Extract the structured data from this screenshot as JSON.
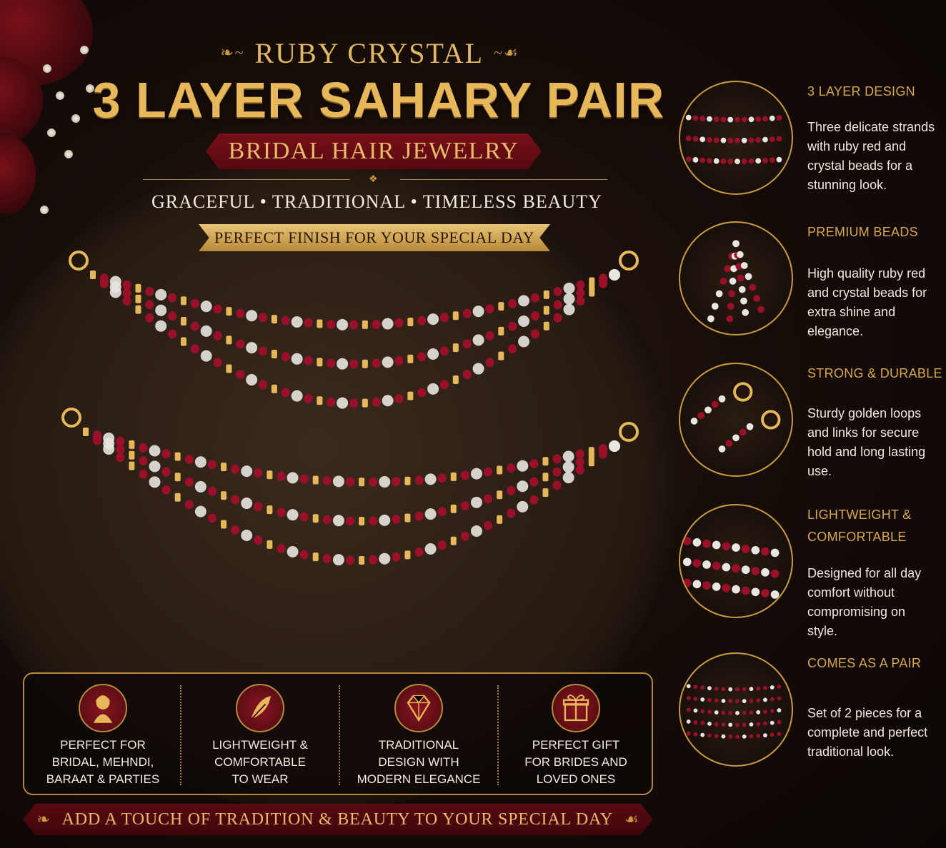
{
  "header": {
    "subtitle_top": "RUBY CRYSTAL",
    "title": "3 LAYER SAHARY PAIR",
    "ribbon": "BRIDAL HAIR JEWELRY",
    "tagline": "GRACEFUL • TRADITIONAL • TIMELESS BEAUTY",
    "banner": "PERFECT FINISH FOR YOUR SPECIAL DAY"
  },
  "features": [
    {
      "title": "3 LAYER DESIGN",
      "text": "Three delicate strands with ruby red and crystal beads for a stunning look.",
      "icon": "three-strand-icon"
    },
    {
      "title": "PREMIUM BEADS",
      "text": "High quality ruby red and crystal beads for extra shine and elegance.",
      "icon": "beads-closeup-icon"
    },
    {
      "title": "STRONG & DURABLE",
      "text": "Sturdy golden loops and links for secure hold and long lasting use.",
      "icon": "golden-loop-icon"
    },
    {
      "title": "LIGHTWEIGHT & COMFORTABLE",
      "text": "Designed for all day comfort without compromising on style.",
      "icon": "strand-detail-icon"
    },
    {
      "title": "COMES AS A PAIR",
      "text": "Set of 2 pieces for a complete and perfect traditional look.",
      "icon": "pair-icon"
    }
  ],
  "info": [
    {
      "text": "PERFECT FOR\nBRIDAL, MEHNDI,\nBARAAT & PARTIES",
      "icon": "bride-icon"
    },
    {
      "text": "LIGHTWEIGHT &\nCOMFORTABLE\nTO WEAR",
      "icon": "feather-icon"
    },
    {
      "text": "TRADITIONAL\nDESIGN WITH\nMODERN ELEGANCE",
      "icon": "diamond-icon"
    },
    {
      "text": "PERFECT GIFT\nFOR BRIDES AND\nLOVED ONES",
      "icon": "gift-icon"
    }
  ],
  "footer": "ADD A TOUCH OF TRADITION & BEAUTY TO YOUR SPECIAL DAY",
  "colors": {
    "gold": "#e6b85a",
    "ruby": "#9b1028",
    "crystal": "#e8e6e0",
    "background": "#170d09"
  }
}
